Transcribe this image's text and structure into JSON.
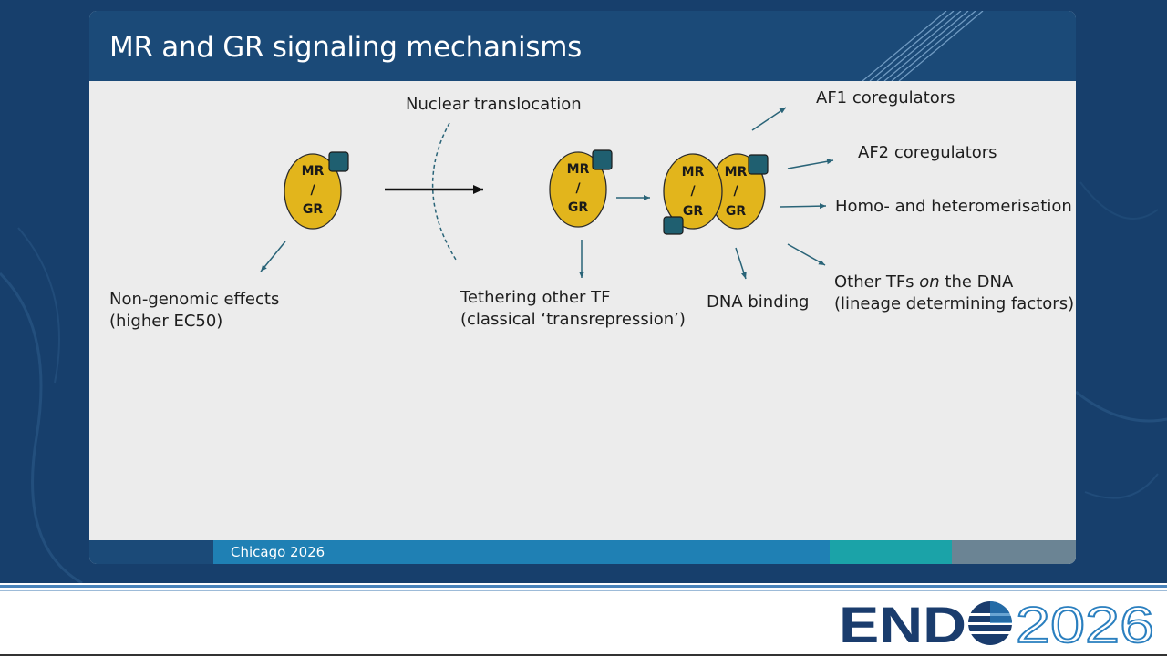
{
  "slide": {
    "title": "MR and GR signaling mechanisms",
    "footer_text": "Chicago 2026"
  },
  "diagram": {
    "receptor_label": [
      "MR",
      "/",
      "GR"
    ],
    "labels": {
      "nuclear_translocation": "Nuclear translocation",
      "non_genomic_line1": "Non-genomic effects",
      "non_genomic_line2": "(higher EC50)",
      "tethering_line1": "Tethering other TF",
      "tethering_line2": "(classical ‘transrepression’)",
      "dna_binding": "DNA binding",
      "af1": "AF1 coregulators",
      "af2": "AF2 coregulators",
      "homo_hetero": "Homo- and heteromerisation",
      "other_tfs_prefix": "Other TFs ",
      "other_tfs_em": "on",
      "other_tfs_suffix": " the DNA",
      "lineage": "(lineage determining factors)"
    }
  },
  "logo": {
    "brand": "ENDO",
    "year": "2026"
  },
  "colors": {
    "background": "#173f6c",
    "title_bar": "#1b4a78",
    "receptor_fill": "#e2b51c",
    "ligand_fill": "#1f5f70",
    "arrow_teal": "#2a6478",
    "footer_dark": "#1b4a78",
    "footer_blue": "#1f80b4",
    "footer_teal": "#1ba3a8",
    "footer_gray": "#6b8494",
    "logo_navy": "#1a3c6d",
    "logo_blue": "#2a7fbf"
  }
}
